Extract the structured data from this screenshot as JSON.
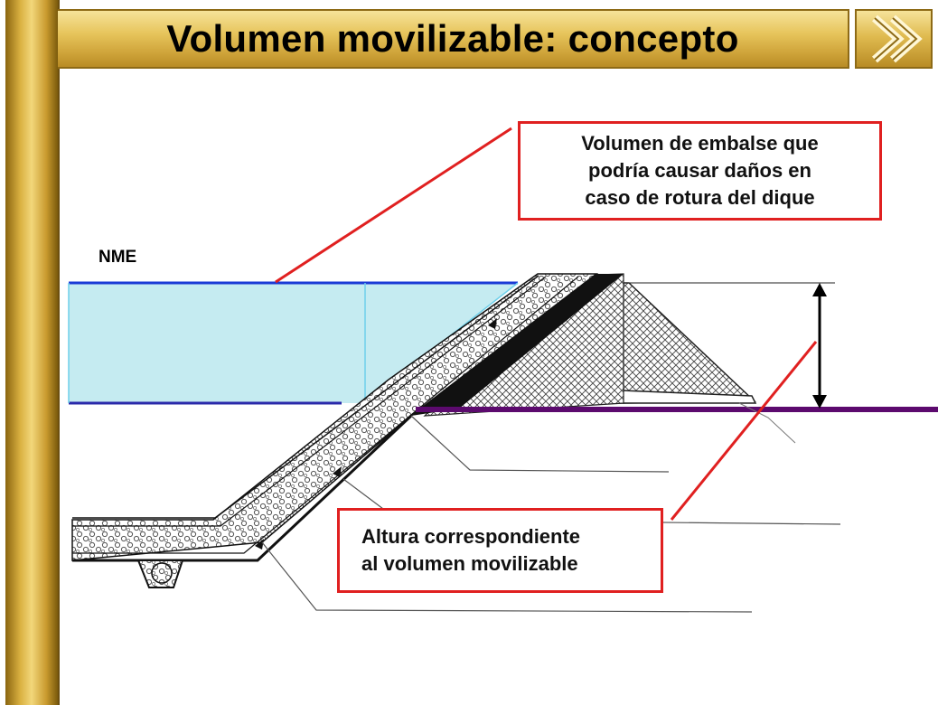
{
  "title": "Volumen movilizable: concepto",
  "nme_label": "NME",
  "callout_top": [
    "Volumen de embalse que",
    "podría causar daños en",
    "caso de rotura del dique"
  ],
  "callout_bottom": [
    "Altura correspondiente",
    "al volumen movilizable"
  ],
  "next_icon": "chevron-right-icon",
  "colors": {
    "gold": "#d9b040",
    "water": "#c5ebf1",
    "water_line": "#1a3ad6",
    "ground_line": "#5c0a6e",
    "callout_border": "#e02020"
  }
}
